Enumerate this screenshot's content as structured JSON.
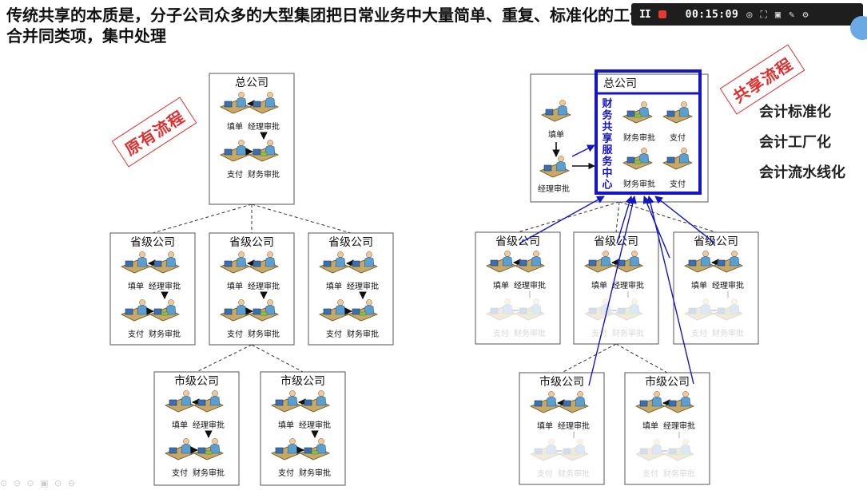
{
  "title": "传统共享的本质是，分子公司众多的大型集团把日常业务中大量简单、重复、标准化的工作合并同类项，集中处理",
  "recorder": {
    "time": "00:15:09",
    "pause_label": "II"
  },
  "stamps": {
    "original": "原有流程",
    "shared": "共享流程"
  },
  "keywords": [
    "会计标准化",
    "会计工厂化",
    "会计流水线化"
  ],
  "companies": {
    "hq": "总公司",
    "province": "省级公司",
    "city": "市级公司"
  },
  "steps": {
    "fill": "填单",
    "manager": "经理审批",
    "pay": "支付",
    "finance": "财务审批"
  },
  "ssc": {
    "title": "财务共享服务中心",
    "tasks": [
      "财务审批",
      "支付",
      "财务审批",
      "支付"
    ]
  },
  "colors": {
    "blue": "#1414c8",
    "red": "#e03030",
    "figure": "#5a9fd0",
    "desk": "#c8a866"
  },
  "bottom_controls": "⊙ ⊙ ⊙ ▣ ⊙ ⊖"
}
